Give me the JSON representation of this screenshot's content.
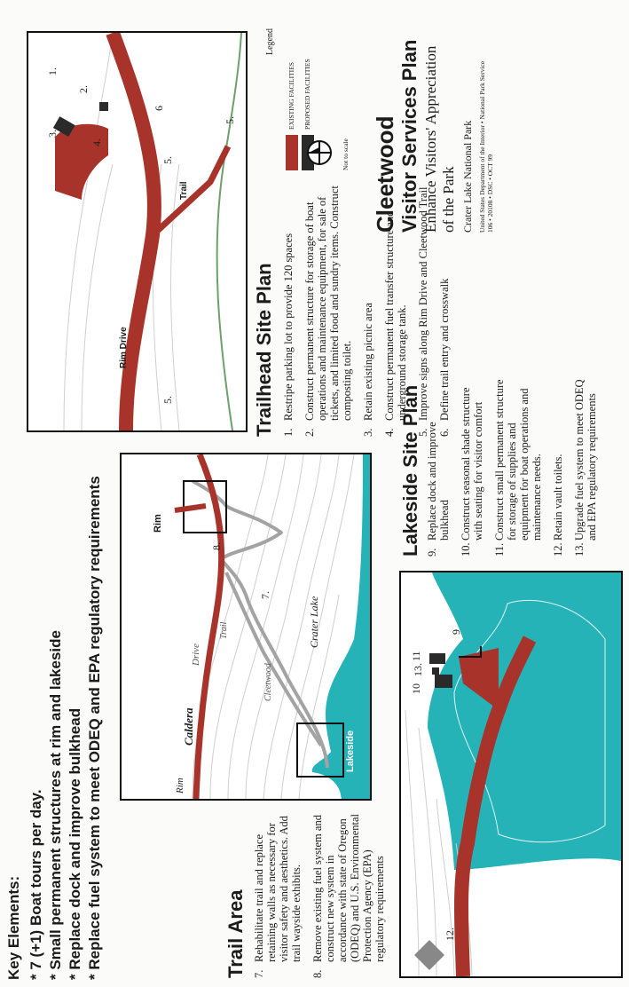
{
  "key": {
    "title": "Key Elements:",
    "items": [
      "* 7 (+1) Boat tours per day.",
      "* Small permanent structures at rim and lakeside",
      "* Replace dock and improve bulkhead",
      "* Replace fuel system to meet ODEQ and EPA regulatory requirements"
    ]
  },
  "trail_area": {
    "title": "Trail Area",
    "notes": [
      {
        "num": "7.",
        "text": "Rehabilitate trail and replace retaining walls as necessary for visitor safety and aesthetics. Add trail wayside exhibits."
      },
      {
        "num": "8.",
        "text": "Remove existing fuel system and construct new system in accordance with state of Oregon (ODEQ) and U.S. Environmental Protection Agency (EPA) regulatory requirements"
      }
    ]
  },
  "trail_map": {
    "labels": {
      "rim_left": "Rim",
      "caldera": "Caldera",
      "drive": "Drive",
      "trail": "Trail",
      "cleetwood": "Cleetwood",
      "crater_lake": "Crater Lake",
      "lakeside": "Lakeside",
      "rim_box": "Rim",
      "rim_top": "Rim",
      "n7": "7.",
      "n8": "8."
    }
  },
  "lakeside_plan": {
    "title": "Lakeside Site Plan",
    "notes": [
      {
        "num": "9.",
        "text": "Replace dock and improve bulkhead"
      },
      {
        "num": "10.",
        "text": "Construct seasonal shade structure with seating for visitor comfort"
      },
      {
        "num": "11.",
        "text": "Construct small permanent structure for storage of supplies and equipment for boat operations and maintenance needs."
      },
      {
        "num": "12.",
        "text": "Retain vault toilets."
      },
      {
        "num": "13.",
        "text": "Upgrade fuel system to meet ODEQ and EPA regulatory requirements"
      }
    ],
    "map_labels": {
      "n9": "9",
      "n10": "10",
      "n11": "11",
      "n12": "12.",
      "n13": "13."
    }
  },
  "trailhead_plan": {
    "title": "Trailhead Site Plan",
    "notes": [
      {
        "num": "1.",
        "text": "Restripe parking lot to provide 120 spaces"
      },
      {
        "num": "2.",
        "text": "Construct permanent structure for storage of boat operations and maintenance equipment, for sale of tickets, and limited food and sundry items. Construct composting toilet."
      },
      {
        "num": "3.",
        "text": "Retain existing picnic area"
      },
      {
        "num": "4.",
        "text": "Construct permanent fuel transfer structure and underground storage tank."
      },
      {
        "num": "5.",
        "text": "Improve signs along Rim Drive and Cleetwood Trail"
      },
      {
        "num": "6.",
        "text": "Define trail entry and crosswalk"
      }
    ],
    "map_labels": {
      "n1": "1.",
      "n2": "2.",
      "n3": "3.",
      "n4": "4.",
      "n5a": "5.",
      "n5b": "5.",
      "n5c": "5.",
      "n6": "6",
      "rim_drive": "Rim Drive",
      "trail": "Trail"
    }
  },
  "legend": {
    "title": "Legend",
    "existing": "EXISTING FACILITIES",
    "proposed": "PROPOSED FACILITIES",
    "scale": "Not to scale",
    "existing_color": "#a8332a",
    "proposed_color": "#2a2a2a"
  },
  "title_block": {
    "title": "Cleetwood",
    "subtitle": "Visitor Services Plan",
    "tagline1": "Enhance Visitors' Appreciation",
    "tagline2": "of the Park",
    "park": "Crater Lake National Park",
    "credit1": "United States Department of the Interior • National Park Service",
    "credit2": "106 • 20108 • DSC • OCT 99"
  },
  "colors": {
    "road": "#a8332a",
    "lake": "#25b3b8",
    "trail": "#9a9a9a",
    "contour": "#c9c9c9",
    "green": "#6ea06a"
  }
}
